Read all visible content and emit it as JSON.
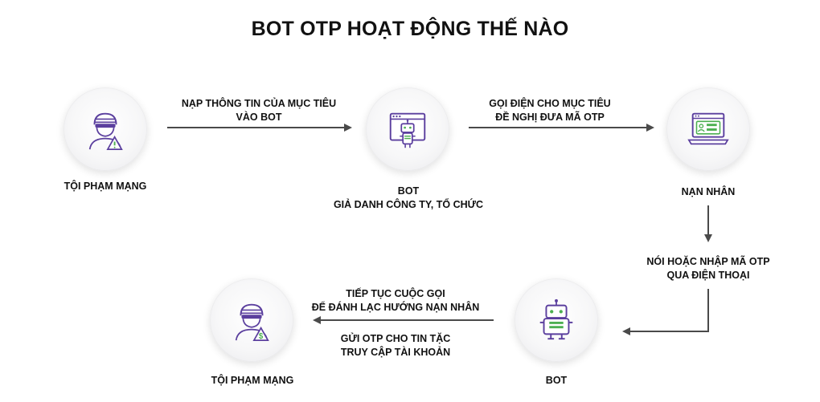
{
  "title": "BOT OTP HOẠT ĐỘNG THẾ NÀO",
  "nodes": {
    "criminal_top": {
      "label": "TỘI PHẠM MẠNG",
      "icon": "hacker-warning-icon"
    },
    "bot_top": {
      "label_line1": "BOT",
      "label_line2": "GIẢ DANH CÔNG TY, TỔ CHỨC",
      "icon": "bot-screen-icon"
    },
    "victim": {
      "label": "NẠN NHÂN",
      "icon": "laptop-id-card-icon"
    },
    "bot_bottom": {
      "label": "BOT",
      "icon": "robot-icon"
    },
    "criminal_bottom": {
      "label": "TỘI PHẠM MẠNG",
      "icon": "hacker-money-icon"
    }
  },
  "steps": {
    "step1": {
      "line1": "NẠP THÔNG TIN CỦA MỤC TIÊU",
      "line2": "VÀO BOT"
    },
    "step2": {
      "line1": "GỌI ĐIỆN CHO MỤC TIÊU",
      "line2": "ĐỀ NGHỊ ĐƯA MÃ OTP"
    },
    "step3": {
      "line1": "NÓI HOẶC NHẬP MÃ OTP",
      "line2": "QUA ĐIỆN THOẠI"
    },
    "step4a": {
      "line1": "TIẾP TỤC CUỘC GỌI",
      "line2": "ĐỂ ĐÁNH LẠC HƯỚNG NẠN NHÂN"
    },
    "step4b": {
      "line1": "GỬI OTP CHO TIN TẶC",
      "line2": "TRUY CẬP TÀI KHOẢN"
    }
  },
  "colors": {
    "accent": "#5b3f9e",
    "accent_light": "#8a6ad0",
    "green": "#4caf50",
    "arrow": "#4a4a4a"
  }
}
